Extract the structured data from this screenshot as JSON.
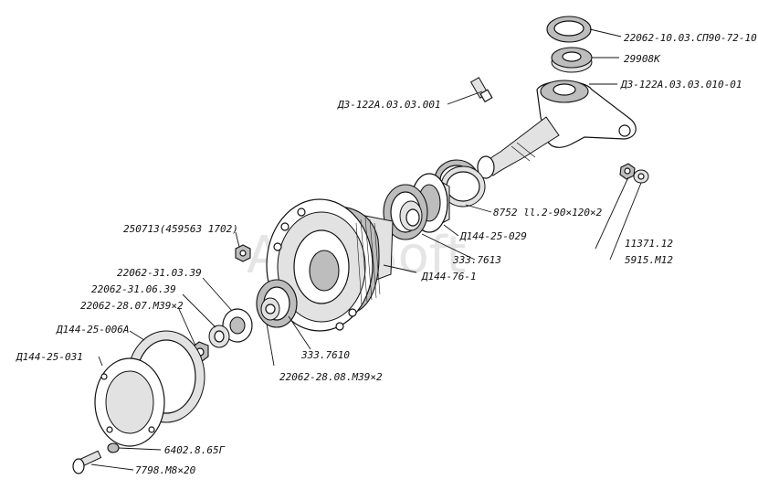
{
  "watermark": "AutoSoft",
  "labels": {
    "top_seal": "22062-10.03.СП90-72-10",
    "thrust_bearing": "29908K",
    "kingpin_arm": "Д3-122А.03.03.010-01",
    "pin": "Д3-122А.03.03.001",
    "nut_m12": "11371.12",
    "washer_m12": "5915.М12",
    "outer_seal": "8752 ll.2-90×120×2",
    "spacer_ring": "Д144-25-029",
    "inner_bearing": "333.7613",
    "hub": "Д144-76-1",
    "wheel_nut": "250713(459563 1702)",
    "lock_washer_39": "22062-31.03.39",
    "tab_washer_39": "22062-31.06.39",
    "nut_m39": "22062-28.07.М39×2",
    "gasket": "Д144-25-006А",
    "cap": "Д144-25-031",
    "outer_bearing": "333.7610",
    "nut_m39_b": "22062-28.08.М39×2",
    "bolt_washer": "6402.8.65Г",
    "bolt": "7798.М8×20"
  }
}
